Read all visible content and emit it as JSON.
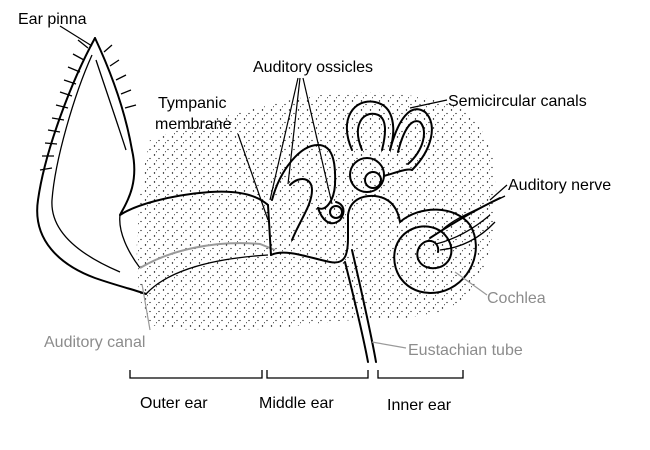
{
  "labels": {
    "ear_pinna": "Ear pinna",
    "auditory_ossicles": "Auditory ossicles",
    "tympanic_membrane_line1": "Tympanic",
    "tympanic_membrane_line2": "membrane",
    "semicircular_canals": "Semicircular canals",
    "auditory_nerve": "Auditory nerve",
    "cochlea": "Cochlea",
    "auditory_canal": "Auditory canal",
    "eustachian_tube": "Eustachian tube"
  },
  "sections": {
    "outer_ear": "Outer ear",
    "middle_ear": "Middle ear",
    "inner_ear": "Inner ear"
  },
  "colors": {
    "ink": "#000000",
    "grey_label": "#8c8c8c",
    "stipple": "#000000",
    "background": "#ffffff"
  }
}
